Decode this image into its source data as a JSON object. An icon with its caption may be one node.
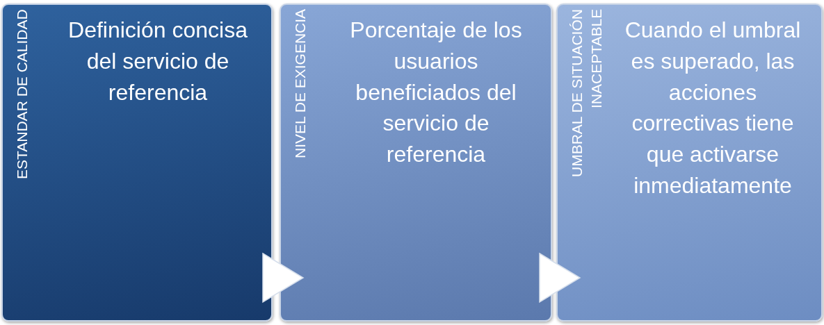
{
  "diagram": {
    "nodes": [
      {
        "text": [
          "ESTANDAR DE CALIDAD",
          "Definición concisa del servicio de referencia"
        ]
      },
      {
        "text": [
          "NIVEL DE EXIGENCIA",
          "Porcentaje de los usuarios beneficiados del servicio de referencia"
        ]
      },
      {
        "text": [
          "UMBRAL DE SITUACIÓN INACEPTABLE",
          "Cuando el umbral es superado, las acciones correctivas tiene que activarse inmediatamente"
        ]
      }
    ],
    "edges": [
      {
        "from": 0,
        "to": 1,
        "arrow": "to"
      },
      {
        "from": 1,
        "to": 2,
        "arrow": "to"
      }
    ]
  }
}
